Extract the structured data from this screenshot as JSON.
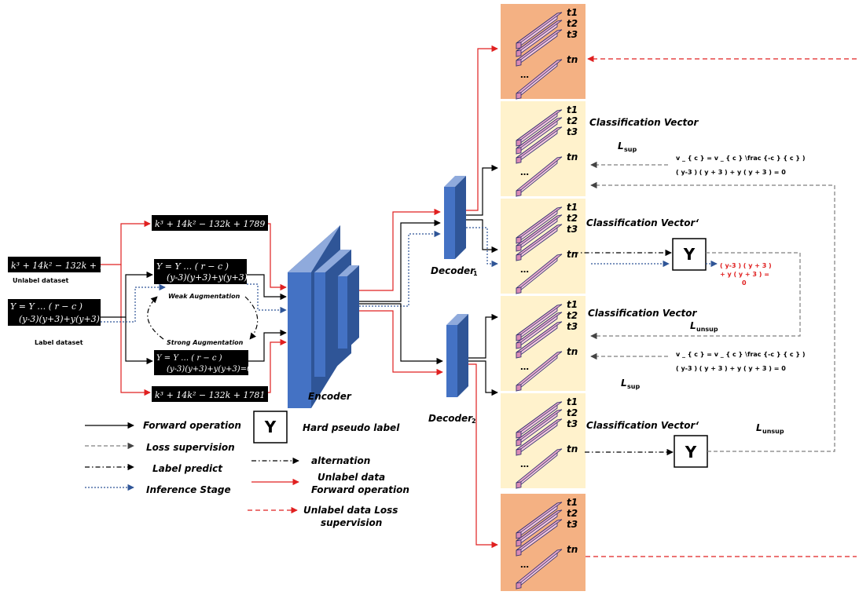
{
  "inputs": {
    "unlabel_caption": "Unlabel dataset",
    "label_caption": "Label dataset",
    "unlabel_formula": "k³ + 14k² − 132k + 1789",
    "label_formula_top": "Y = Y … ( r − c )",
    "label_formula": "(y-3)(y+3)+y(y+3)=0",
    "weak_aug_caption": "Weak Augmentation",
    "strong_aug_caption": "Strong Augmentation",
    "unlabel_formula_strong": "k³ + 14k² − 132k + 1781"
  },
  "model": {
    "encoder_label": "Encoder",
    "decoder1_label": "Decoder",
    "decoder1_sub": "1",
    "decoder2_label": "Decoder",
    "decoder2_sub": "2"
  },
  "stacks": {
    "token_labels": [
      "t1",
      "t2",
      "t3",
      "tn"
    ],
    "ellipsis": "…",
    "classification_vector": "Classification Vector",
    "classification_vector_prime": "Classification Vector‘"
  },
  "losses": {
    "l_main": "L",
    "sup_sub": "sup",
    "unsup_sub": "unsup",
    "target_formula": "v _ { c } = v _ { c } \\frac {-c } { c } )",
    "target_formula_2": "( y-3 ) ( y + 3 ) + y ( y + 3 ) = 0",
    "pseudo_symbol": "Y",
    "pseudo_red_line1": "( y-3 ) ( y + 3 )",
    "pseudo_red_line2": "+ y ( y + 3 ) =",
    "pseudo_red_line3": "0"
  },
  "legend": {
    "forward": "Forward operation",
    "loss_supervision": "Loss supervision",
    "label_predict": "Label predict",
    "inference": "Inference Stage",
    "alternation": "alternation",
    "unlabel_forward_1": "Unlabel data",
    "unlabel_forward_2": "Forward operation",
    "unlabel_loss_1": "Unlabel data Loss",
    "unlabel_loss_2": "supervision",
    "hard_pseudo_symbol": "Y",
    "hard_pseudo": "Hard pseudo label"
  },
  "colors": {
    "orange_panel": "#f4b183",
    "cream_panel": "#fff2cc",
    "token_fill": "#f4c7dd",
    "token_edge": "#2f2f6f",
    "encoder_blue": "#4472c4",
    "red_arrow": "#e02020",
    "dashed_gray": "#7f7f7f",
    "inference_blue": "#2f5597",
    "dark_formula_bg": "#000000"
  }
}
